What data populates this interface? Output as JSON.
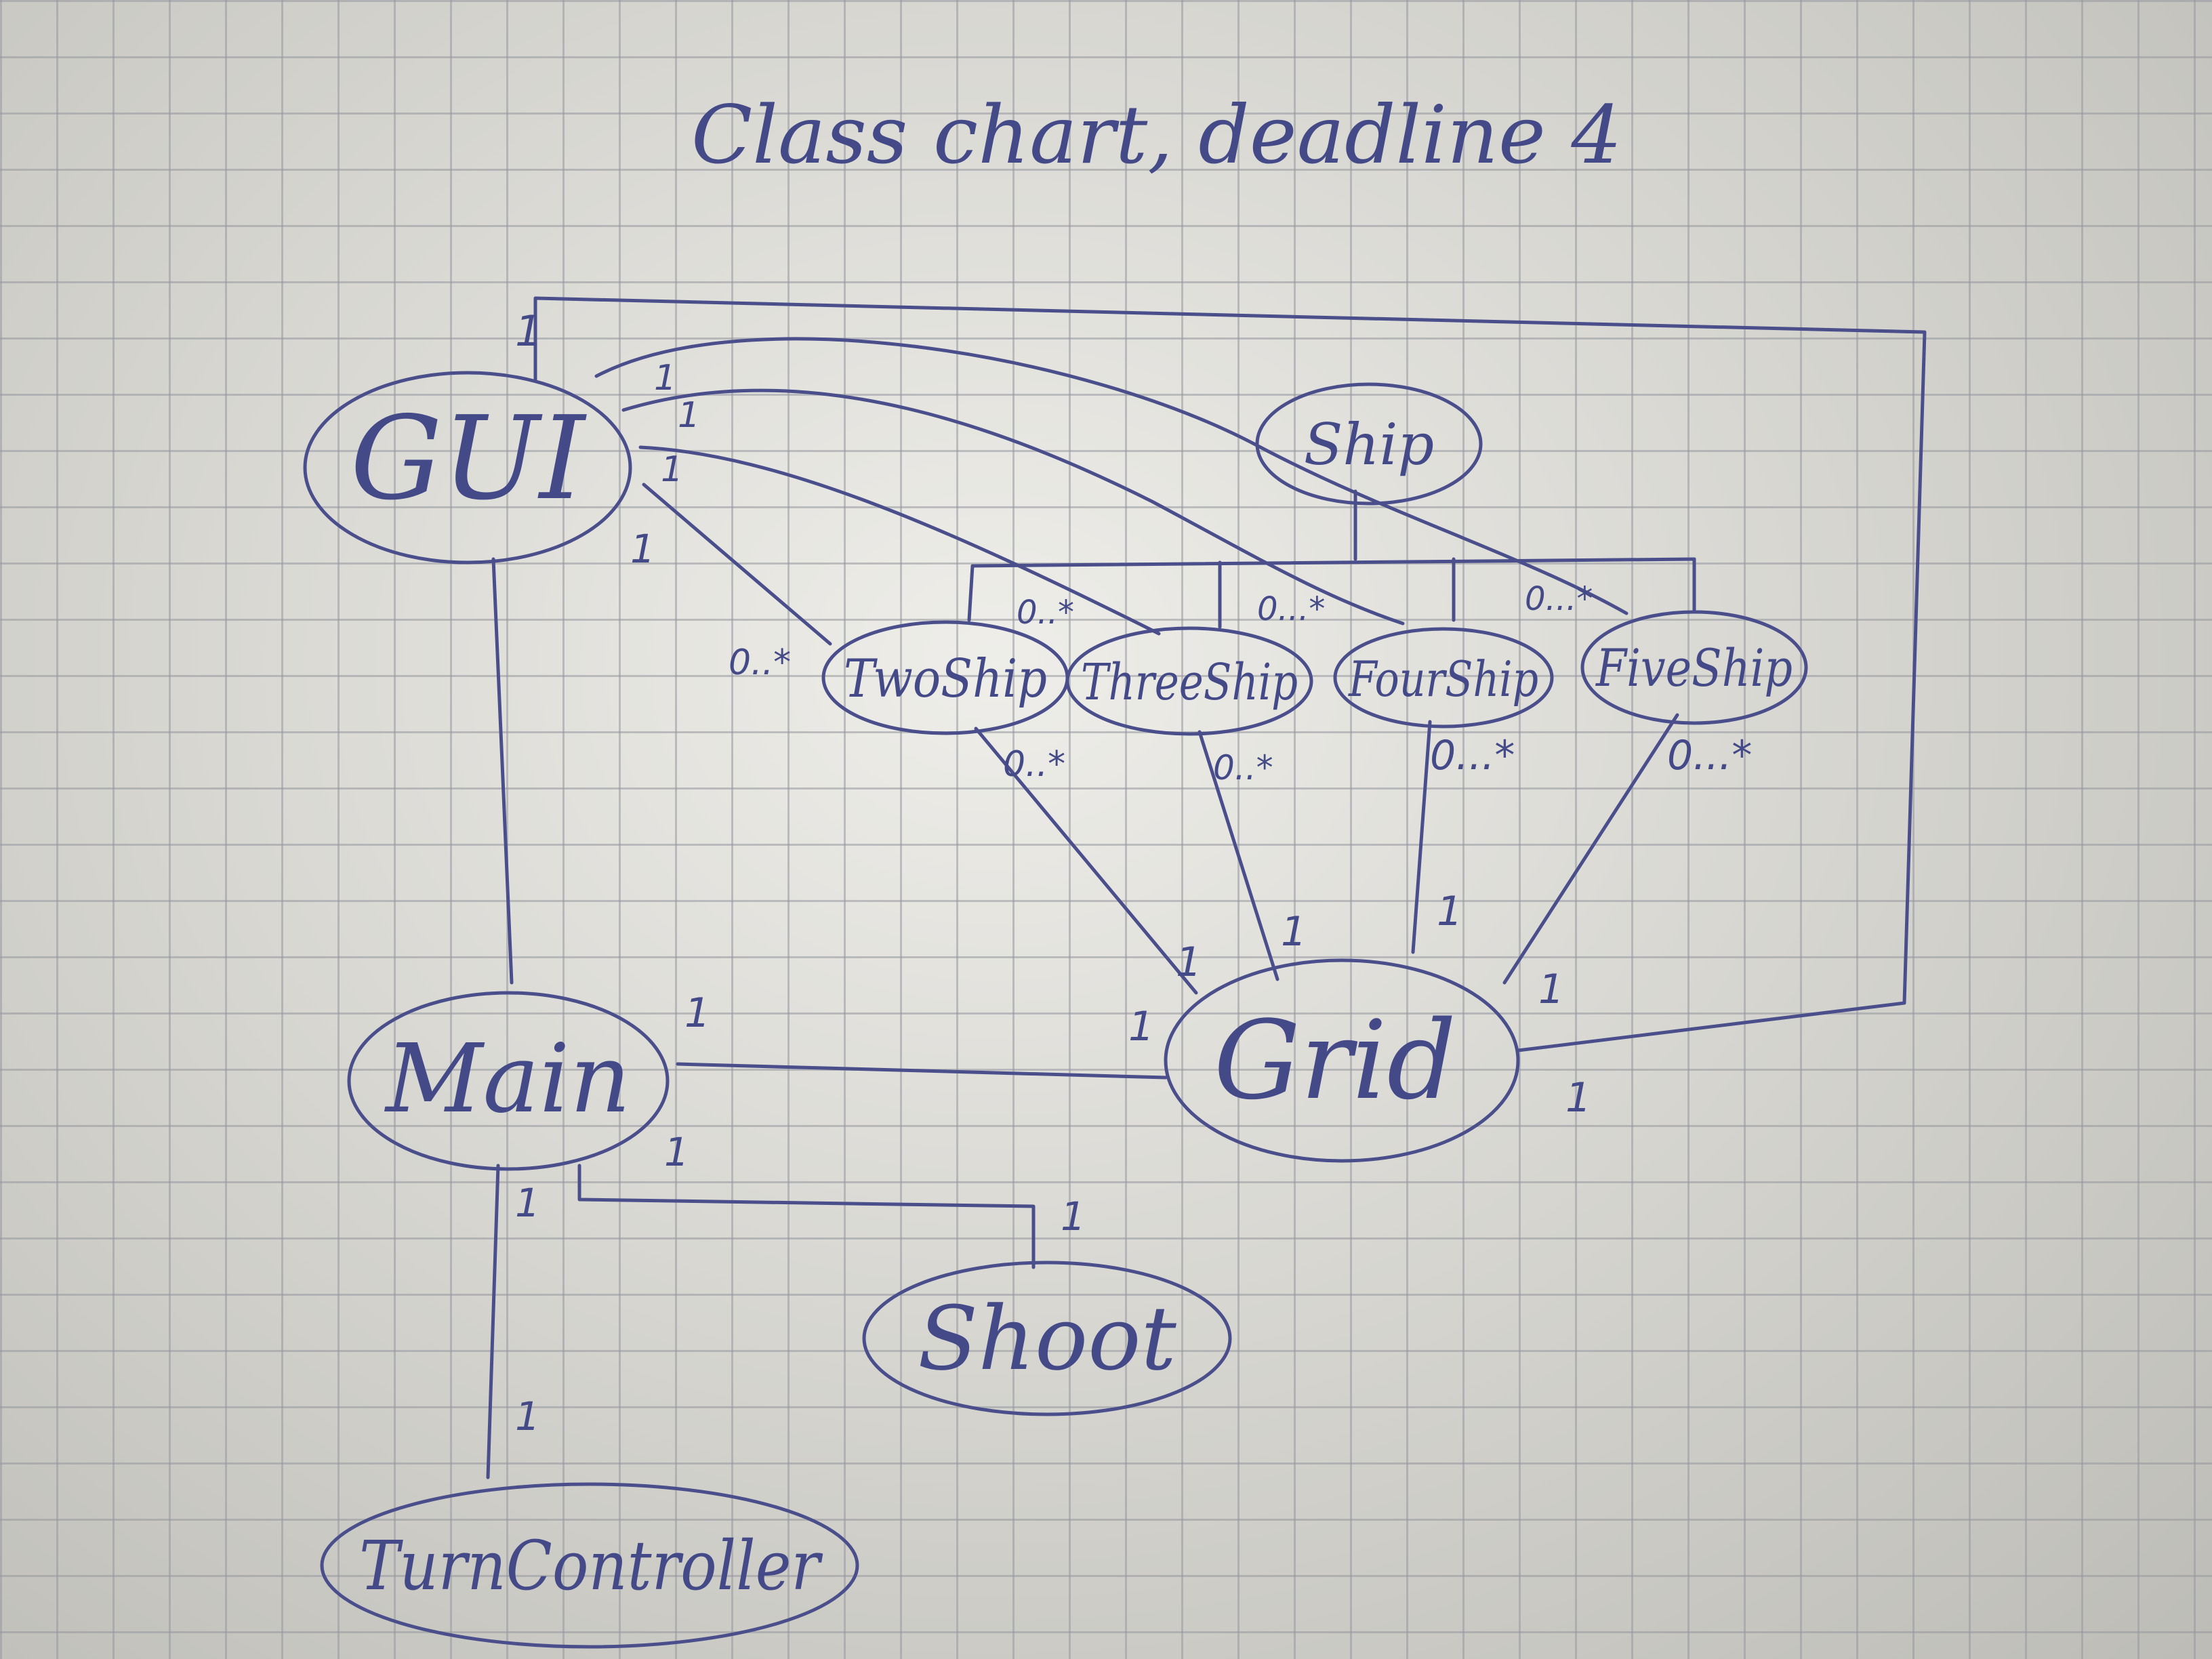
{
  "title": "Class chart, deadline 4",
  "nodes": {
    "gui": "GUI",
    "ship": "Ship",
    "twoship": "TwoShip",
    "threeship": "ThreeShip",
    "fourship": "FourShip",
    "fiveship": "FiveShip",
    "main": "Main",
    "grid": "Grid",
    "shoot": "Shoot",
    "turncontroller": "TurnController"
  },
  "multiplicities": {
    "one": "1",
    "zero_many_short": "0..*",
    "zero_many_long": "0...*"
  },
  "ink_color": "#4a4f8c"
}
